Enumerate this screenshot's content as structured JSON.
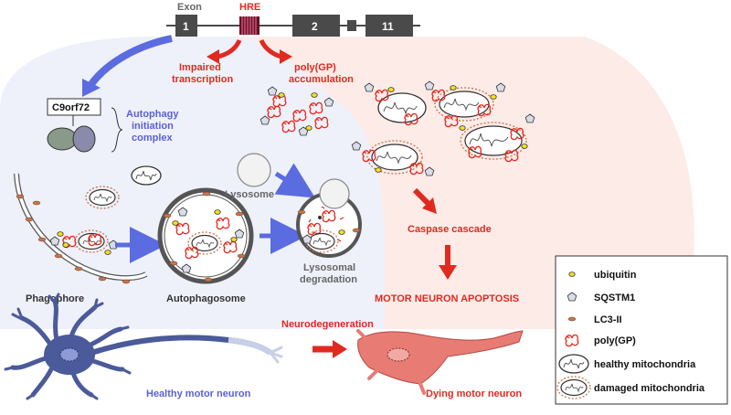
{
  "gene": {
    "exon_label": "Exon",
    "hre_label": "HRE",
    "exons": [
      "1",
      "2",
      "11"
    ]
  },
  "labels": {
    "impaired_line1": "Impaired",
    "impaired_line2": "transcription",
    "polygp_line1": "poly(GP)",
    "polygp_line2": "accumulation",
    "c9orf72": "C9orf72",
    "autophagy_line1": "Autophagy",
    "autophagy_line2": "initiation",
    "autophagy_line3": "complex",
    "lysosome": "Lysosome",
    "phagophore": "Phagophore",
    "autophagosome": "Autophagosome",
    "lyso_deg_line1": "Lysosomal",
    "lyso_deg_line2": "degradation",
    "caspase": "Caspase cascade",
    "apoptosis": "MOTOR NEURON APOPTOSIS",
    "neurodegeneration": "Neurodegeneration",
    "healthy_neuron": "Healthy motor neuron",
    "dying_neuron": "Dying motor neuron"
  },
  "legend": {
    "items": [
      {
        "icon": "ubiquitin-icon",
        "label": "ubiquitin"
      },
      {
        "icon": "sqstm1-icon",
        "label": "SQSTM1"
      },
      {
        "icon": "lc3-icon",
        "label": "LC3-II"
      },
      {
        "icon": "polygp-icon",
        "label": "poly(GP)"
      },
      {
        "icon": "healthy-mito-icon",
        "label": "healthy mitochondria"
      },
      {
        "icon": "damaged-mito-icon",
        "label": "damaged mitochondria"
      }
    ]
  },
  "colors": {
    "blue_region": "#eef1fa",
    "red_region": "#fdebe8",
    "blue_arrow": "#5b6be0",
    "red_arrow": "#e02a20",
    "neuron_healthy": "#4a5a9a",
    "neuron_dying": "#e87c74",
    "polygp": "#e8261c",
    "ubiquitin": "#f4e21a",
    "lc3": "#c8754a",
    "exon": "#4a4a4a"
  }
}
